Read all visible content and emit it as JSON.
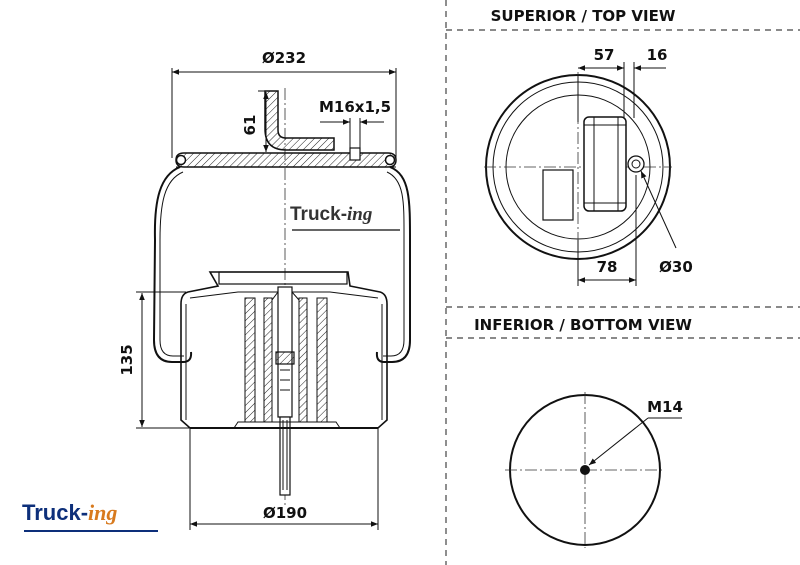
{
  "side_view": {
    "diameter_top": "Ø232",
    "thread_top": "M16x1,5",
    "height_bracket": "61",
    "height_piston": "135",
    "diameter_bottom": "Ø190"
  },
  "top_view": {
    "heading": "SUPERIOR / TOP VIEW",
    "dim_a": "57",
    "dim_b": "16",
    "dim_c": "78",
    "dim_d": "Ø30"
  },
  "bottom_view": {
    "heading": "INFERIOR / BOTTOM VIEW",
    "thread": "M14"
  },
  "watermark": {
    "part1": "Truck-",
    "part2": "ing"
  },
  "logo": {
    "part1": "Truck-",
    "part2": "ing"
  },
  "colors": {
    "logo_blue": "#0d2f7a",
    "logo_orange": "#d87a1e",
    "line": "#111111"
  }
}
